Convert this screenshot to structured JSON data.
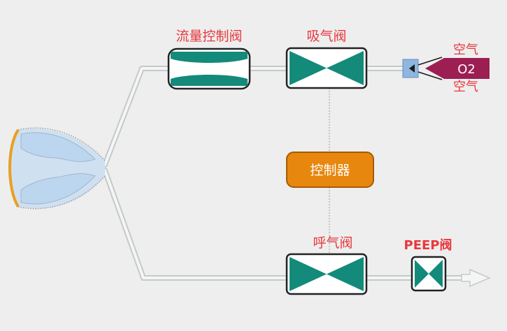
{
  "labels": {
    "flow_valve": "流量控制阀",
    "inhale_valve": "吸气阀",
    "controller": "控制器",
    "exhale_valve": "呼气阀",
    "peep_valve": "PEEP阀",
    "air_top": "空气",
    "o2": "O2",
    "air_bottom": "空气"
  },
  "colors": {
    "background": "#eeeeee",
    "label_red": "#e8383d",
    "teal": "#138a7a",
    "valve_fill": "#ffffff",
    "pipe": "#d7dadb",
    "controller_fill": "#e8870e",
    "controller_border": "#a35b05",
    "o2_fill": "#9c1e52",
    "mixer_fill": "#8fb6e0",
    "lung_fill": "#bcd6ef",
    "lung_outline": "#e8a020"
  }
}
